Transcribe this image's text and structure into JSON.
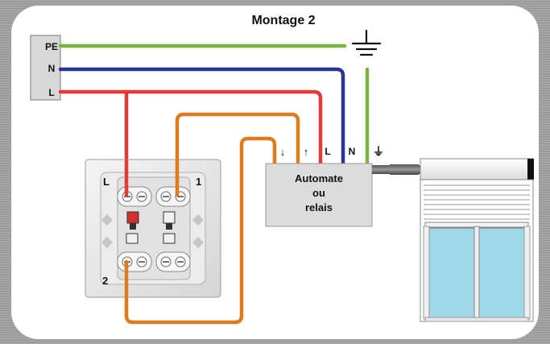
{
  "title": "Montage 2",
  "terminal_block": {
    "pe": "PE",
    "n": "N",
    "l": "L"
  },
  "switch": {
    "label_l": "L",
    "label_1": "1",
    "label_2": "2"
  },
  "automate": {
    "line1": "Automate",
    "line2": "ou",
    "line3": "relais",
    "terminal_down": "↓",
    "terminal_up": "↑",
    "terminal_l": "L",
    "terminal_n": "N",
    "terminal_earth": "⏚"
  },
  "colors": {
    "earth_wire": "#7cb342",
    "neutral_wire": "#283593",
    "live_wire": "#e53935",
    "control_wire": "#e07a1f",
    "window_glass": "#9fd8e6"
  }
}
